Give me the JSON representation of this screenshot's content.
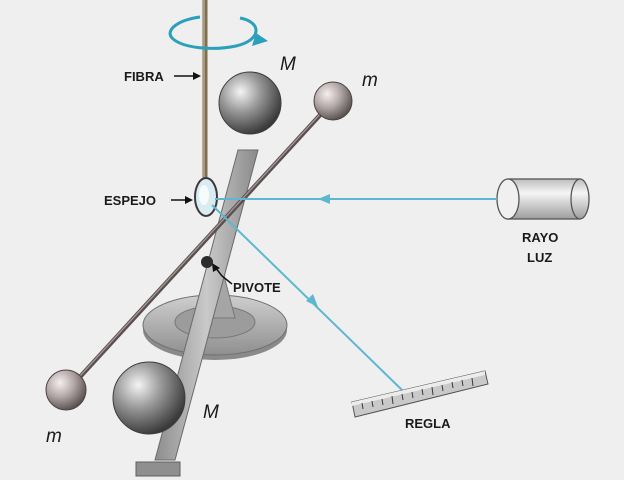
{
  "labels": {
    "fibra": "FIBRA",
    "espejo": "ESPEJO",
    "pivote": "PIVOTE",
    "rayo": "RAYO",
    "luz": "LUZ",
    "regla": "REGLA",
    "mass_large_top": "M",
    "mass_large_bottom": "M",
    "mass_small_top": "m",
    "mass_small_bottom": "m"
  },
  "colors": {
    "light_ray": "#5db8cf",
    "rotation_arrow": "#2aa0bd",
    "background": "#eeefee"
  },
  "icons": {
    "rotation": "circular-arrow-icon",
    "pointer": "arrow-right-icon"
  }
}
